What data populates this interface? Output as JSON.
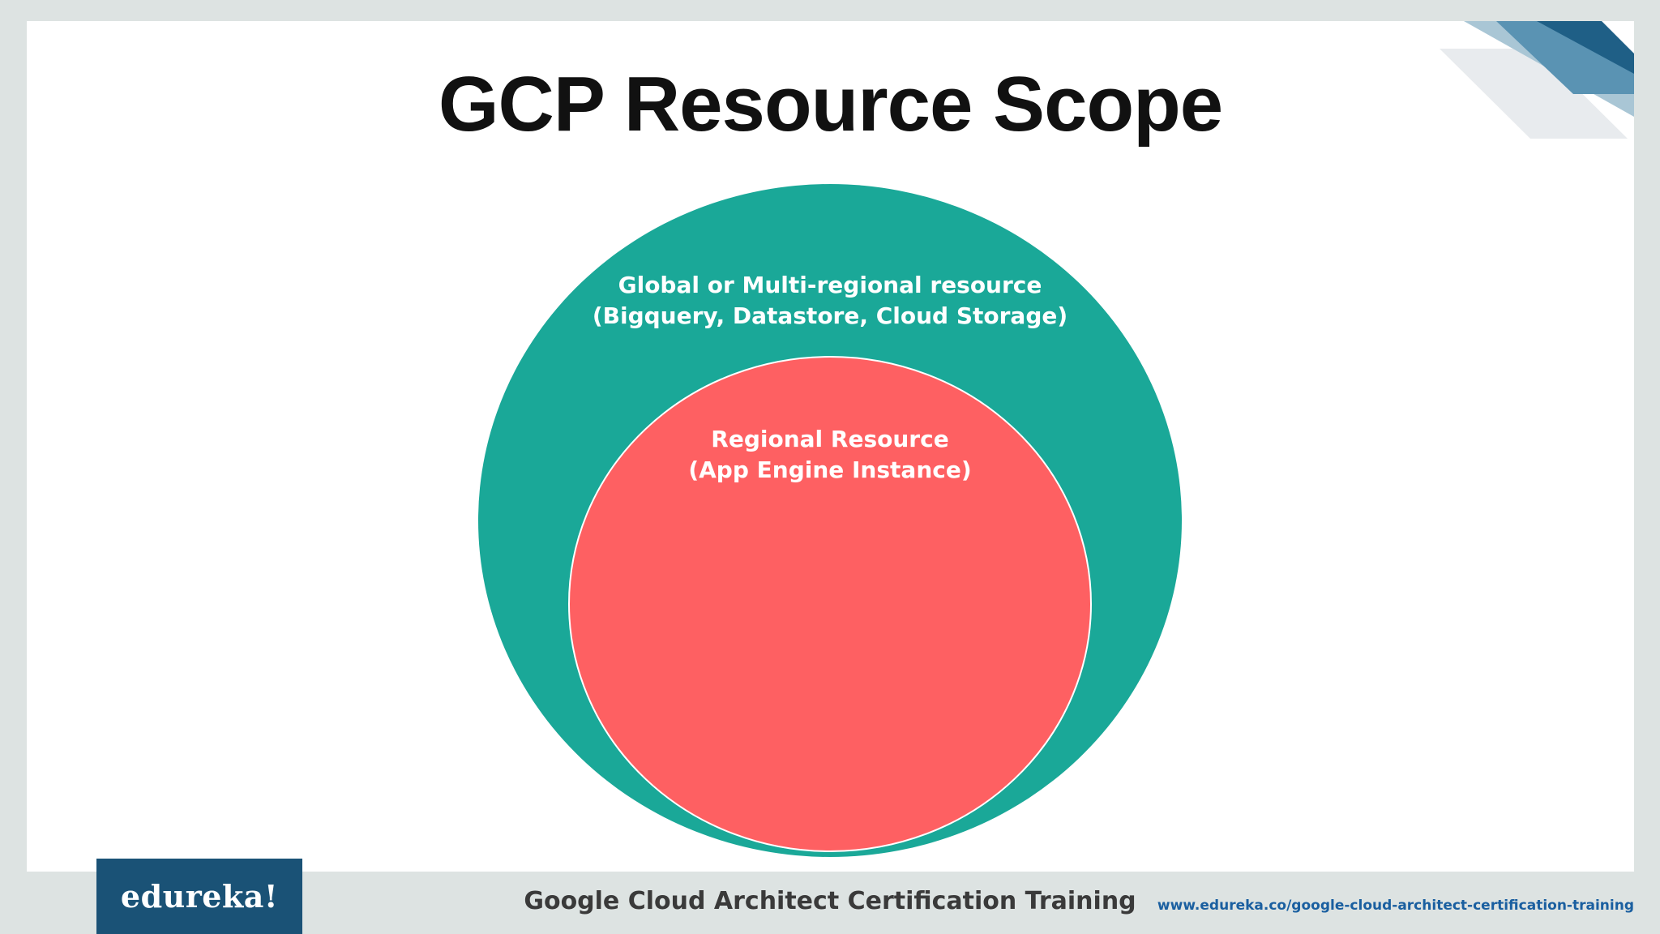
{
  "slide": {
    "title": "GCP Resource Scope"
  },
  "diagram": {
    "outer_circle": {
      "line1": "Global or Multi-regional resource",
      "line2": "(Bigquery, Datastore, Cloud Storage)",
      "color": "#1aa898"
    },
    "inner_circle": {
      "line1": "Regional Resource",
      "line2": "(App Engine Instance)",
      "color": "#fe6062"
    }
  },
  "footer": {
    "logo": "edureka!",
    "course": "Google Cloud Architect Certification Training",
    "url": "www.edureka.co/google-cloud-architect-certification-training",
    "logo_color": "#1a5276",
    "url_color": "#1a5fa0"
  }
}
